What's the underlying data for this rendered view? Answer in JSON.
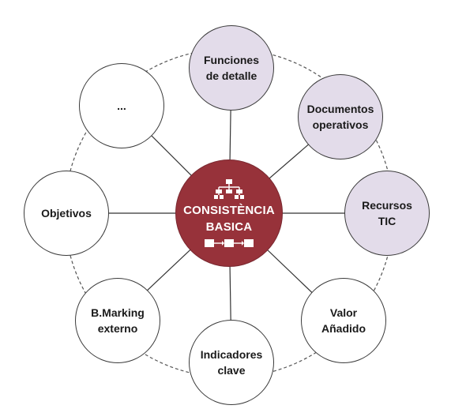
{
  "center": {
    "line1": "CONSISTÈNCIA",
    "line2": "BASICA",
    "icons": [
      "org-chart-icon",
      "process-flow-icon"
    ],
    "color": "#97323a"
  },
  "nodes": {
    "n1": {
      "line1": "Funciones",
      "line2": "de detalle",
      "highlight": true
    },
    "n2": {
      "line1": "Documentos",
      "line2": "operativos",
      "highlight": true
    },
    "n3": {
      "line1": "Recursos",
      "line2": "TIC",
      "highlight": true
    },
    "n4": {
      "line1": "Valor",
      "line2": "Añadido",
      "highlight": false
    },
    "n5": {
      "line1": "Indicadores",
      "line2": "clave",
      "highlight": false
    },
    "n6": {
      "line1": "B.Marking",
      "line2": "externo",
      "highlight": false
    },
    "n7": {
      "line1": "Objetivos",
      "line2": "",
      "highlight": false
    },
    "n8": {
      "line1": "...",
      "line2": "",
      "highlight": false
    }
  },
  "colors": {
    "highlight_fill": "#e3dcea",
    "plain_fill": "#ffffff",
    "outline": "#3a3a3a"
  }
}
